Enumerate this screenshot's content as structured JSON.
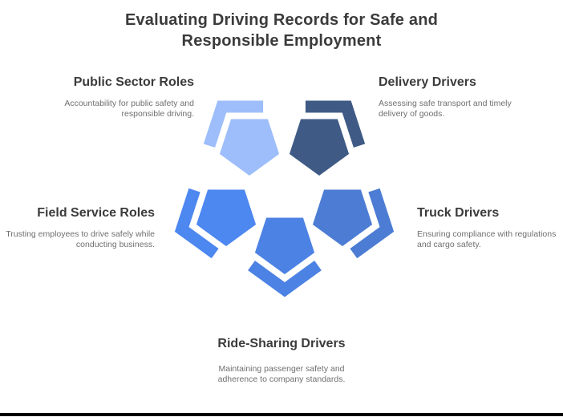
{
  "title": {
    "lines": [
      "Evaluating Driving Records for Safe and",
      "Responsible Employment"
    ],
    "color": "#3b3b3b"
  },
  "items": [
    {
      "id": "public-sector-roles",
      "heading": "Public Sector Roles",
      "desc_lines": [
        "Accountability for public safety and",
        "responsible driving."
      ],
      "color": "#9dbefa"
    },
    {
      "id": "delivery-drivers",
      "heading": "Delivery Drivers",
      "desc_lines": [
        "Assessing safe transport and timely",
        "delivery of goods."
      ],
      "color": "#3f5b85"
    },
    {
      "id": "field-service-roles",
      "heading": "Field Service Roles",
      "desc_lines": [
        "Trusting employees to drive safely while",
        "conducting business."
      ],
      "color": "#4d87f0"
    },
    {
      "id": "truck-drivers",
      "heading": "Truck Drivers",
      "desc_lines": [
        "Ensuring compliance with regulations",
        "and cargo safety."
      ],
      "color": "#4c7cd4"
    },
    {
      "id": "ride-sharing-drivers",
      "heading": "Ride-Sharing Drivers",
      "desc_lines": [
        "Maintaining passenger safety and",
        "adherence to company standards."
      ],
      "color": "#4d82e5"
    }
  ],
  "colors": {
    "heading_text": "#3b3b3b",
    "desc_text": "#6f6f6f",
    "background": "#ffffff",
    "bottom_bar": "#000000"
  }
}
